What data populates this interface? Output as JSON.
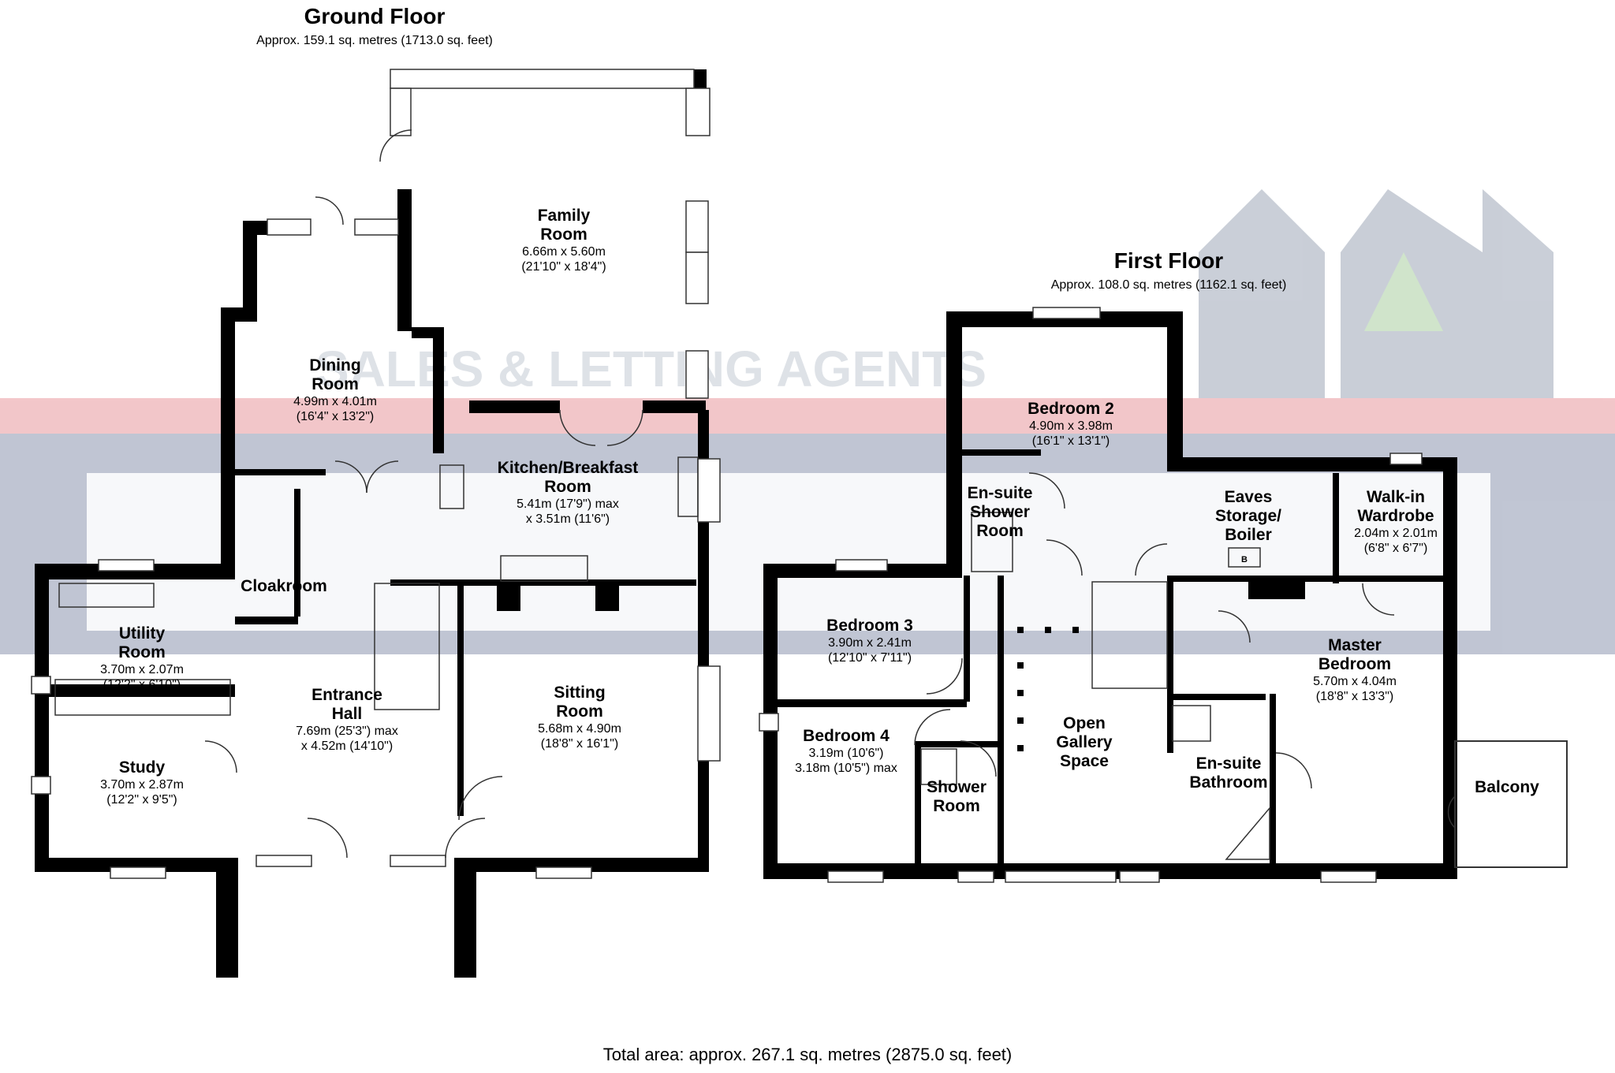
{
  "ground_floor": {
    "title": "Ground Floor",
    "area": "Approx. 159.1 sq. metres (1713.0 sq. feet)",
    "rooms": {
      "family": {
        "name": [
          "Family",
          "Room"
        ],
        "dims": [
          "6.66m x 5.60m",
          "(21'10\" x 18'4\")"
        ]
      },
      "dining": {
        "name": [
          "Dining",
          "Room"
        ],
        "dims": [
          "4.99m x 4.01m",
          "(16'4\" x 13'2\")"
        ]
      },
      "kitchen": {
        "name": [
          "Kitchen/Breakfast",
          "Room"
        ],
        "dims": [
          "5.41m (17'9\") max",
          "x 3.51m (11'6\")"
        ]
      },
      "cloakroom": {
        "name": [
          "Cloakroom"
        ],
        "dims": []
      },
      "utility": {
        "name": [
          "Utility",
          "Room"
        ],
        "dims": [
          "3.70m x 2.07m",
          "(12'2\" x 6'10\")"
        ]
      },
      "entrance": {
        "name": [
          "Entrance",
          "Hall"
        ],
        "dims": [
          "7.69m (25'3\") max",
          "x 4.52m (14'10\")"
        ]
      },
      "sitting": {
        "name": [
          "Sitting",
          "Room"
        ],
        "dims": [
          "5.68m x 4.90m",
          "(18'8\" x 16'1\")"
        ]
      },
      "study": {
        "name": [
          "Study"
        ],
        "dims": [
          "3.70m x 2.87m",
          "(12'2\" x 9'5\")"
        ]
      }
    }
  },
  "first_floor": {
    "title": "First Floor",
    "area": "Approx. 108.0 sq. metres (1162.1 sq. feet)",
    "rooms": {
      "bed2": {
        "name": [
          "Bedroom 2"
        ],
        "dims": [
          "4.90m x 3.98m",
          "(16'1\" x 13'1\")"
        ]
      },
      "ensuite_shower": {
        "name": [
          "En-suite",
          "Shower",
          "Room"
        ],
        "dims": []
      },
      "eaves": {
        "name": [
          "Eaves",
          "Storage/",
          "Boiler"
        ],
        "dims": []
      },
      "walkin": {
        "name": [
          "Walk-in",
          "Wardrobe"
        ],
        "dims": [
          "2.04m x 2.01m",
          "(6'8\" x 6'7\")"
        ]
      },
      "bed3": {
        "name": [
          "Bedroom 3"
        ],
        "dims": [
          "3.90m x 2.41m",
          "(12'10\" x 7'11\")"
        ]
      },
      "master": {
        "name": [
          "Master",
          "Bedroom"
        ],
        "dims": [
          "5.70m x 4.04m",
          "(18'8\" x 13'3\")"
        ]
      },
      "bed4": {
        "name": [
          "Bedroom 4"
        ],
        "dims": [
          "3.19m (10'6\")",
          "3.18m (10'5\") max"
        ]
      },
      "shower": {
        "name": [
          "Shower",
          "Room"
        ],
        "dims": []
      },
      "gallery": {
        "name": [
          "Open",
          "Gallery",
          "Space"
        ],
        "dims": []
      },
      "ensuite_bath": {
        "name": [
          "En-suite",
          "Bathroom"
        ],
        "dims": []
      },
      "balcony": {
        "name": [
          "Balcony"
        ],
        "dims": []
      }
    }
  },
  "watermark_text": "SALES & LETTING AGENTS",
  "boiler_mark": "B",
  "total_area": "Total area: approx. 267.1 sq. metres (2875.0 sq. feet)"
}
